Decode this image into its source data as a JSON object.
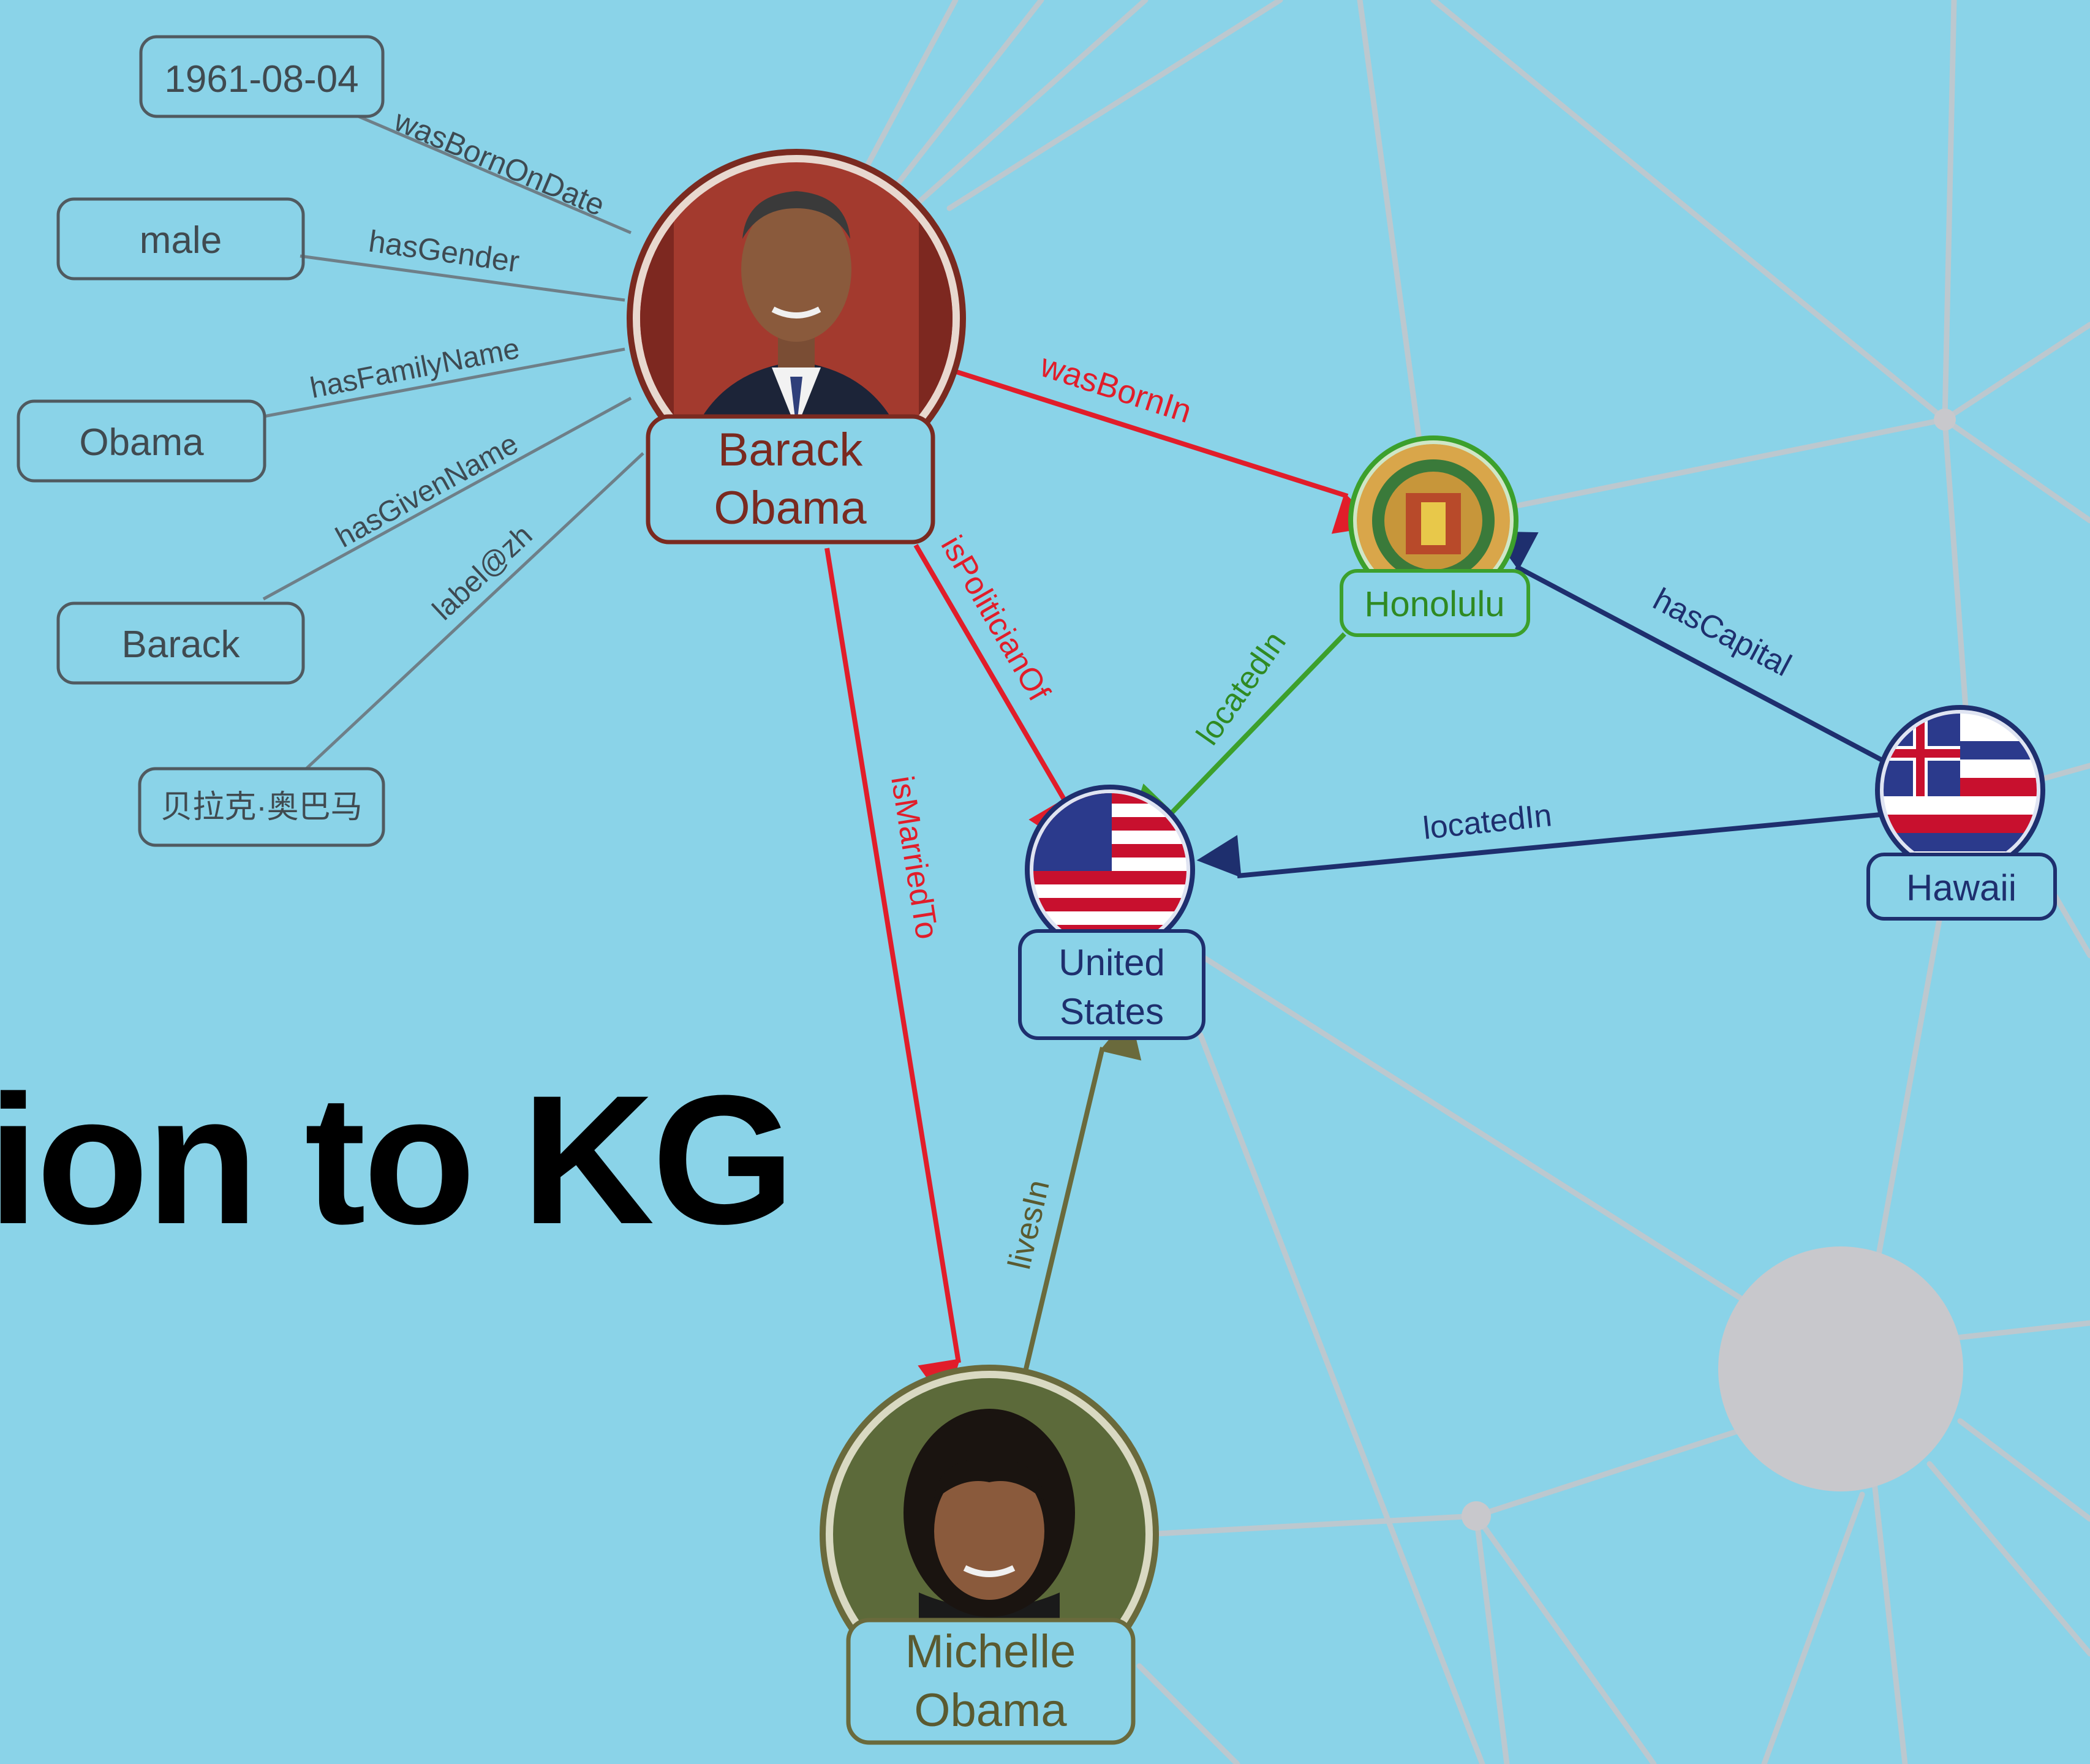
{
  "title": "ion to KG",
  "colors": {
    "background": "#8ad3e8",
    "network_line": "#bcc8cf",
    "literal": "#555555",
    "barack": "#7a2a20",
    "red_edge": "#e11d2a",
    "michelle": "#6a6a3c",
    "honolulu": "#3ca02c",
    "navy": "#1e2f6e",
    "gray_node": "#c8c8cc"
  },
  "nodes": {
    "barack": {
      "label_line1": "Barack",
      "label_line2": "Obama"
    },
    "michelle": {
      "label_line1": "Michelle",
      "label_line2": "Obama"
    },
    "united_states": {
      "label_line1": "United",
      "label_line2": "States"
    },
    "honolulu": {
      "label": "Honolulu"
    },
    "hawaii": {
      "label": "Hawaii"
    }
  },
  "literals": {
    "birth_date": "1961-08-04",
    "gender": "male",
    "family_name": "Obama",
    "given_name": "Barack",
    "zh_label": "贝拉克·奥巴马"
  },
  "edges": {
    "was_born_on_date": "wasBornOnDate",
    "has_gender": "hasGender",
    "has_family_name": "hasFamilyName",
    "has_given_name": "hasGivenName",
    "label_zh": "label@zh",
    "was_born_in": "wasBornIn",
    "is_politician_of": "isPoliticianOf",
    "is_married_to": "isMarriedTo",
    "lives_in": "livesIn",
    "located_in_honolulu": "locatedIn",
    "has_capital": "hasCapital",
    "located_in_hawaii": "locatedIn"
  }
}
